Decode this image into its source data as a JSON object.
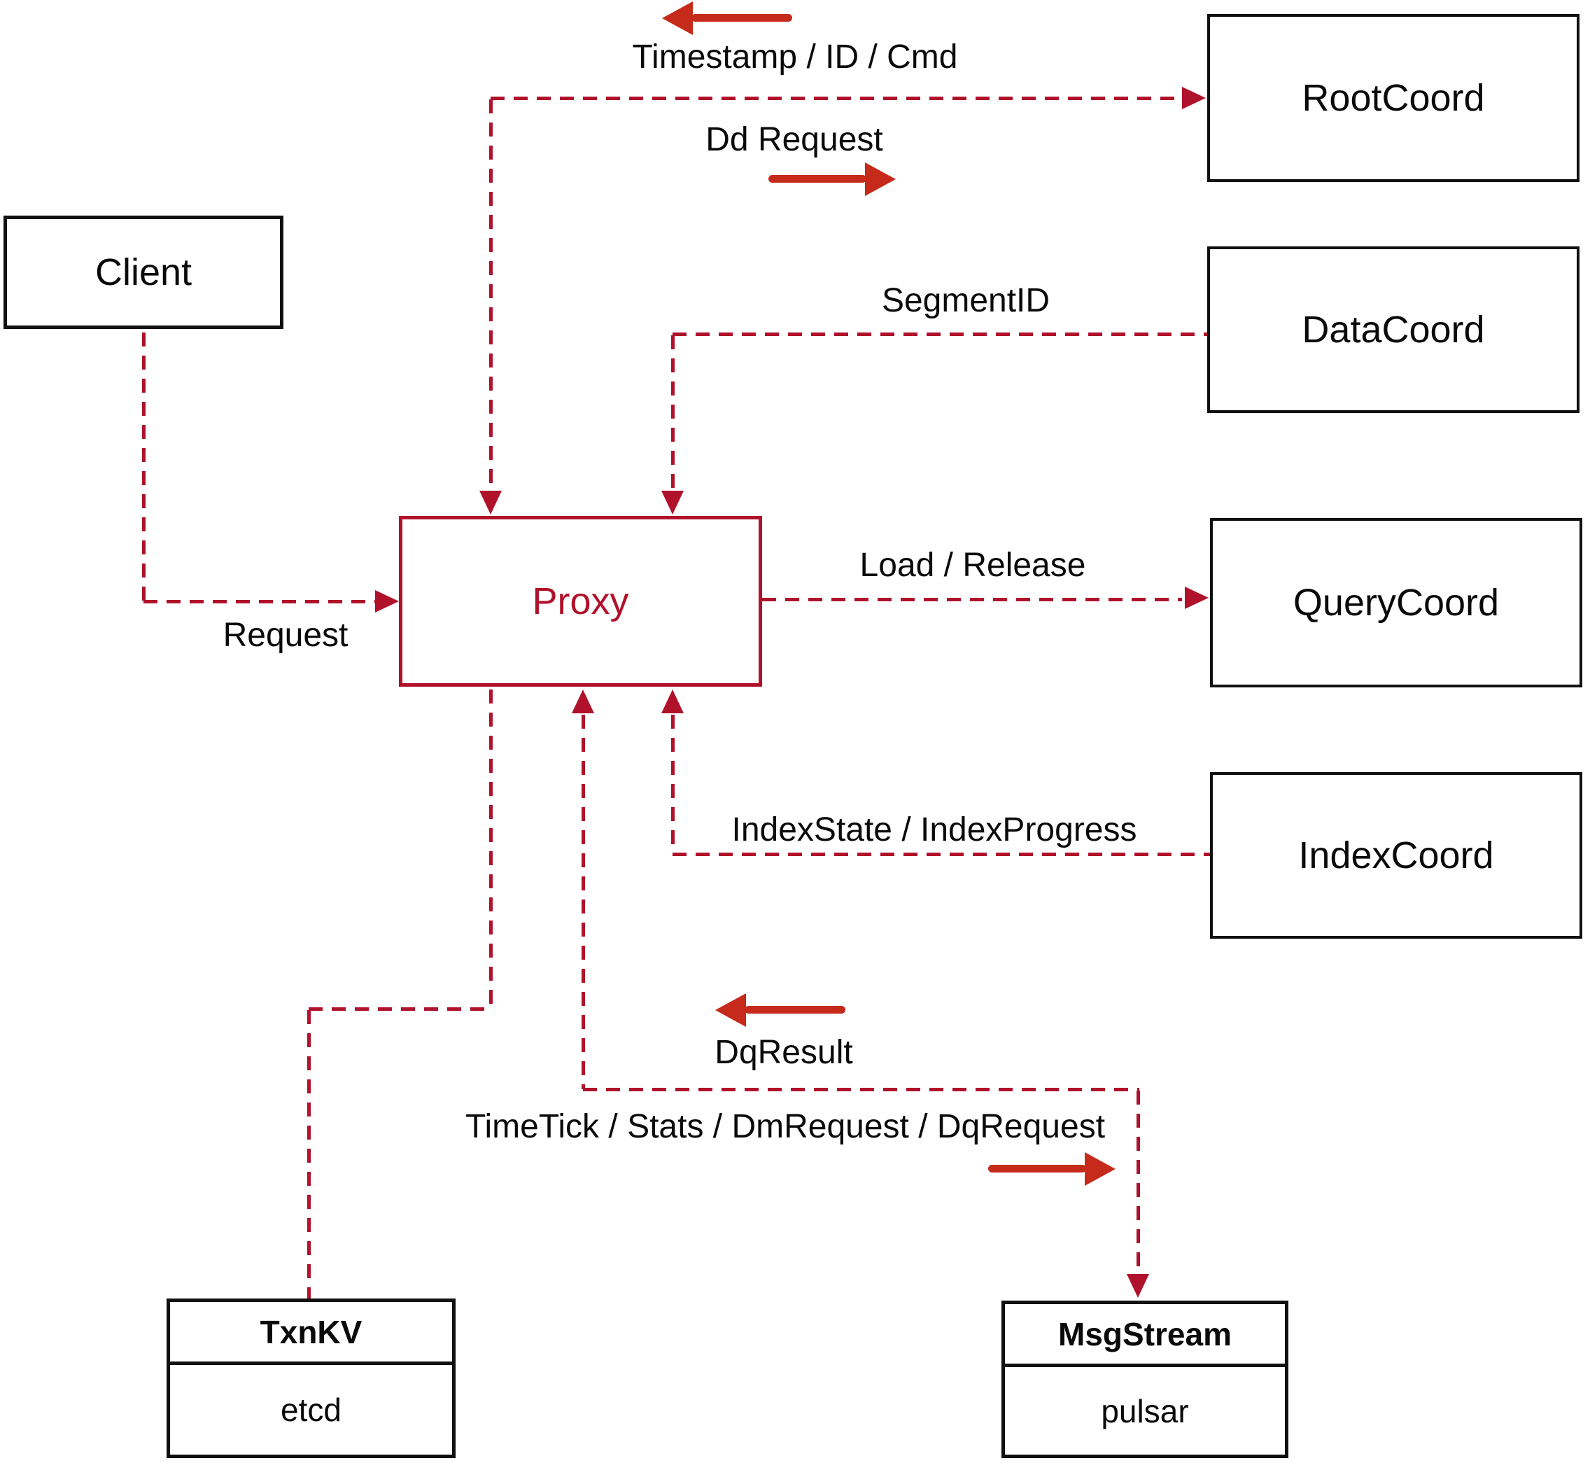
{
  "nodes": {
    "client": {
      "label": "Client"
    },
    "proxy": {
      "label": "Proxy"
    },
    "rootcoord": {
      "label": "RootCoord"
    },
    "datacoord": {
      "label": "DataCoord"
    },
    "querycoord": {
      "label": "QueryCoord"
    },
    "indexcoord": {
      "label": "IndexCoord"
    },
    "txnkv": {
      "title": "TxnKV",
      "subtitle": "etcd"
    },
    "msgstream": {
      "title": "MsgStream",
      "subtitle": "pulsar"
    }
  },
  "edges": {
    "request": {
      "label": "Request"
    },
    "timestamp": {
      "label": "Timestamp / ID / Cmd"
    },
    "dd_request": {
      "label": "Dd Request"
    },
    "segment_id": {
      "label": "SegmentID"
    },
    "load_release": {
      "label": "Load / Release"
    },
    "index_state": {
      "label": "IndexState / IndexProgress"
    },
    "dq_result": {
      "label": "DqResult"
    },
    "timetick": {
      "label": "TimeTick / Stats / DmRequest / DqRequest"
    }
  },
  "colors": {
    "line": "#b0122b",
    "arrow": "#c62a1b",
    "ink": "#0a0a0a",
    "box_border": "#111111",
    "background": "#ffffff"
  }
}
